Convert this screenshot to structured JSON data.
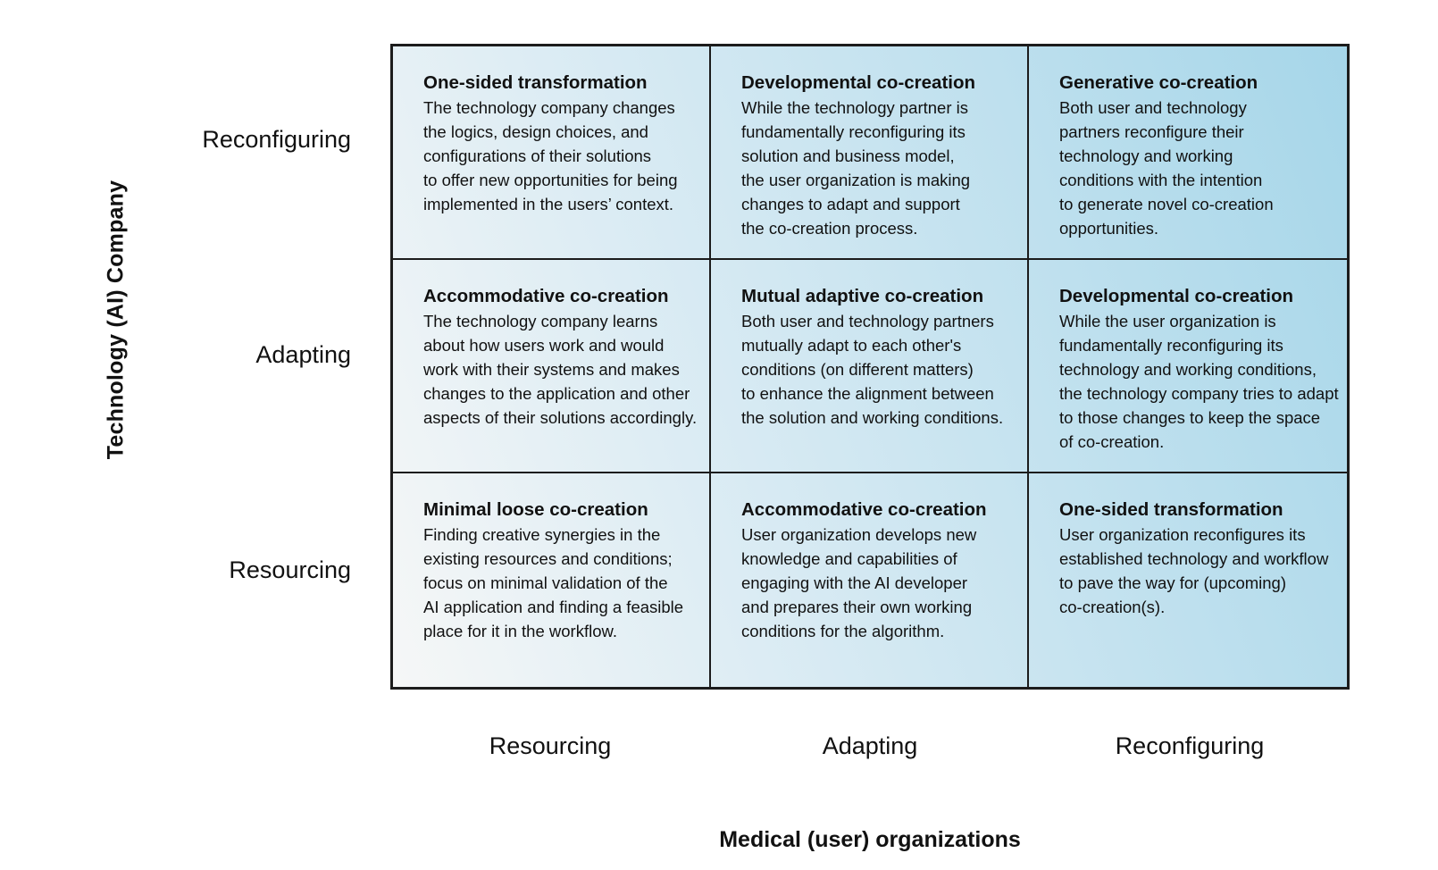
{
  "matrix": {
    "y_axis": {
      "title": "Technology (AI) Company",
      "labels": [
        "Reconfiguring",
        "Adapting",
        "Resourcing"
      ]
    },
    "x_axis": {
      "title": "Medical (user) organizations",
      "labels": [
        "Resourcing",
        "Adapting",
        "Reconfiguring"
      ]
    },
    "cells": [
      {
        "row": "Reconfiguring",
        "col": "Resourcing",
        "title": "One-sided transformation",
        "body_lines": [
          "The technology company changes",
          "the logics, design choices, and",
          "configurations of their solutions",
          "to offer new opportunities for being",
          "implemented in the users’ context."
        ]
      },
      {
        "row": "Reconfiguring",
        "col": "Adapting",
        "title": "Developmental co-creation",
        "body_lines": [
          "While the technology partner is",
          "fundamentally reconfiguring its",
          "solution and business model,",
          "the user organization is making",
          "changes to adapt and support",
          "the co-creation process."
        ]
      },
      {
        "row": "Reconfiguring",
        "col": "Reconfiguring",
        "title": "Generative co-creation",
        "body_lines": [
          "Both user and technology",
          "partners reconfigure their",
          "technology and working",
          "conditions with the intention",
          "to generate novel co-creation",
          "opportunities."
        ]
      },
      {
        "row": "Adapting",
        "col": "Resourcing",
        "title": "Accommodative co-creation",
        "body_lines": [
          "The technology company learns",
          "about how users work and would",
          "work with their systems and makes",
          "changes to the application and other",
          "aspects of their solutions accordingly."
        ]
      },
      {
        "row": "Adapting",
        "col": "Adapting",
        "title": "Mutual adaptive co-creation",
        "body_lines": [
          "Both user and technology partners",
          "mutually adapt to each other's",
          "conditions (on different matters)",
          "to enhance the alignment between",
          "the solution and working conditions."
        ]
      },
      {
        "row": "Adapting",
        "col": "Reconfiguring",
        "title": "Developmental co-creation",
        "body_lines": [
          "While the user organization is",
          "fundamentally reconfiguring its",
          "technology and working conditions,",
          "the technology company tries to adapt",
          "to those changes to keep the space",
          "of co-creation."
        ]
      },
      {
        "row": "Resourcing",
        "col": "Resourcing",
        "title": "Minimal loose co-creation",
        "body_lines": [
          "Finding creative synergies in the",
          "existing resources and conditions;",
          "focus on minimal validation of the",
          "AI application and finding a feasible",
          "place for it in the workflow."
        ]
      },
      {
        "row": "Resourcing",
        "col": "Adapting",
        "title": "Accommodative co-creation",
        "body_lines": [
          "User organization develops new",
          "knowledge and capabilities of",
          "engaging with the AI developer",
          "and prepares their own working",
          "conditions for the algorithm."
        ]
      },
      {
        "row": "Resourcing",
        "col": "Reconfiguring",
        "title": "One-sided transformation",
        "body_lines": [
          "User organization reconfigures its",
          "established technology and workflow",
          "to pave the way for (upcoming)",
          "co-creation(s)."
        ]
      }
    ],
    "colors": {
      "border": "#1c1c1c",
      "text": "#111111",
      "gradient_light": "#f6f7f7",
      "gradient_mid": "#d7eaf3",
      "gradient_blue": "#a6d6e9"
    }
  }
}
